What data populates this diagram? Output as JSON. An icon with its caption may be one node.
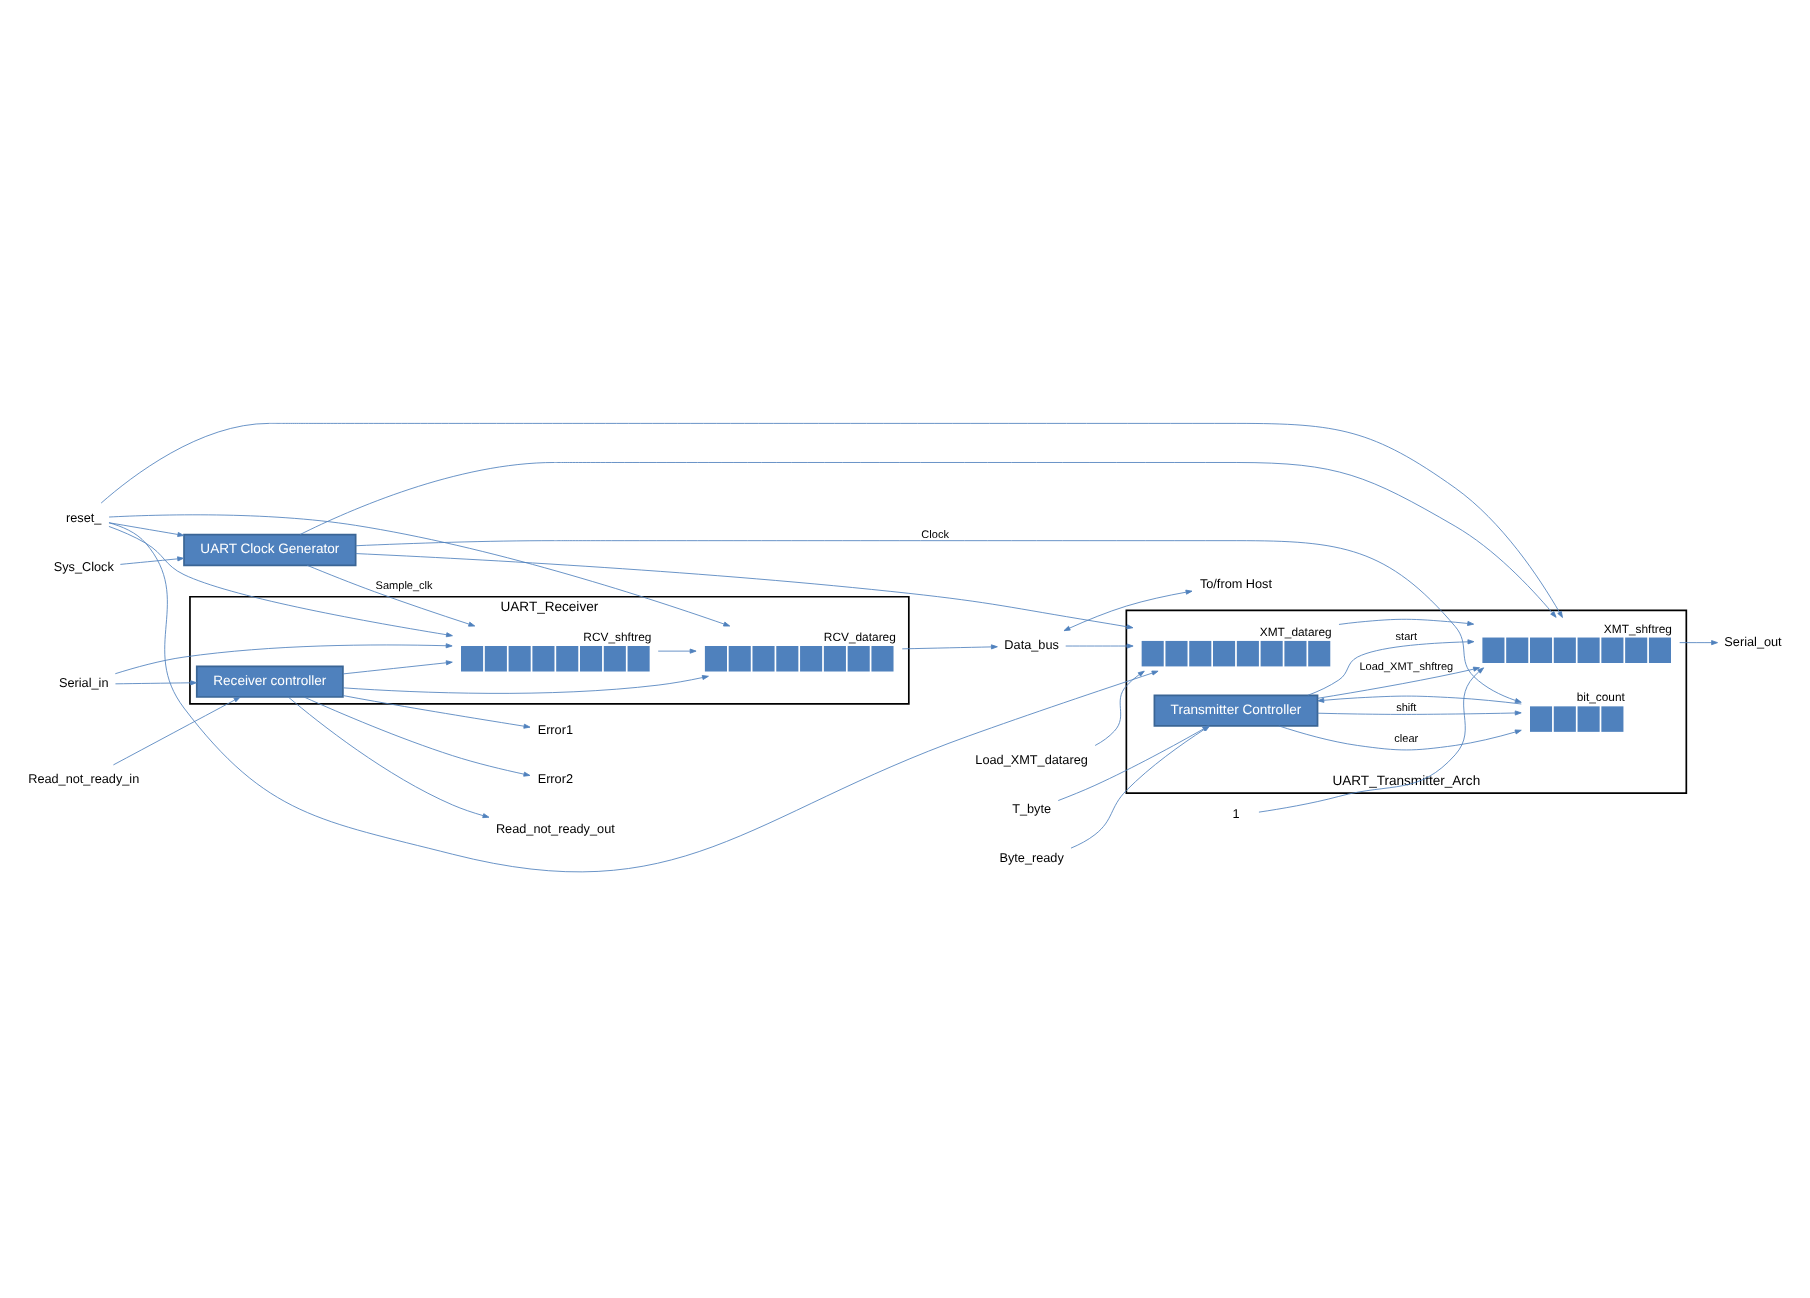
{
  "diagram": {
    "nodes": [
      {
        "text": [
          "UART_Receiver"
        ]
      },
      {
        "text": [
          "RCV_shftreg"
        ],
        "in": 0
      },
      {
        "text": [
          "RCV_datareg"
        ],
        "in": 0
      },
      {
        "text": [
          "Receiver controller"
        ],
        "in": 0
      },
      {
        "text": [
          "UART Clock Generator"
        ]
      },
      {
        "text": [
          "UART_Transmitter_Arch"
        ]
      },
      {
        "text": [
          "Transmitter Controller"
        ],
        "in": 5
      },
      {
        "text": [
          "bit_count"
        ],
        "in": 5
      },
      {
        "text": [
          "XMT_shftreg"
        ],
        "in": 5
      },
      {
        "text": [
          "XMT_datareg"
        ],
        "in": 5
      },
      {
        "text": [
          "Serial_in"
        ]
      },
      {
        "text": [
          "Read_not_ready_in"
        ]
      },
      {
        "text": [
          "Read_not_ready_out"
        ]
      },
      {
        "text": [
          "Error1"
        ]
      },
      {
        "text": [
          "Error2"
        ]
      },
      {
        "text": [
          "Sys_Clock"
        ]
      },
      {
        "text": [
          "reset_"
        ]
      },
      {
        "text": [
          "Byte_ready"
        ]
      },
      {
        "text": [
          "T_byte"
        ]
      },
      {
        "text": [
          "Serial_out"
        ]
      },
      {
        "text": [
          "Load_XMT_datareg"
        ]
      },
      {
        "text": [
          "Data_bus"
        ]
      },
      {
        "text": [
          "To/from Host"
        ]
      },
      {
        "text": [
          "1"
        ]
      }
    ],
    "edges": [
      {
        "from": 10,
        "to": 1,
        "arrow": "to"
      },
      {
        "from": 10,
        "to": 3,
        "arrow": "to"
      },
      {
        "from": 11,
        "to": 3,
        "arrow": "to"
      },
      {
        "from": 3,
        "to": 12,
        "arrow": "to"
      },
      {
        "from": 3,
        "to": 13,
        "arrow": "to"
      },
      {
        "from": 3,
        "to": 14,
        "arrow": "to"
      },
      {
        "from": 3,
        "to": 1,
        "arrow": "to"
      },
      {
        "from": 3,
        "to": 2,
        "arrow": "to"
      },
      {
        "from": 1,
        "to": 2,
        "arrow": "to"
      },
      {
        "from": 2,
        "to": 21,
        "arrow": "to"
      },
      {
        "from": 15,
        "to": 4,
        "arrow": "to"
      },
      {
        "from": 16,
        "to": 4,
        "arrow": "to"
      },
      {
        "from": 4,
        "to": 1,
        "arrow": "to",
        "label": "Sample_clk"
      },
      {
        "from": 4,
        "to": 7,
        "arrow": "to",
        "label": "Clock"
      },
      {
        "from": 4,
        "to": 8,
        "arrow": "to"
      },
      {
        "from": 4,
        "to": 9,
        "arrow": "to"
      },
      {
        "from": 16,
        "to": 1,
        "arrow": "to"
      },
      {
        "from": 16,
        "to": 2,
        "arrow": "to"
      },
      {
        "from": 16,
        "to": 8,
        "arrow": "to"
      },
      {
        "from": 16,
        "to": 9,
        "arrow": "to"
      },
      {
        "from": 21,
        "to": 22,
        "arrow": "both"
      },
      {
        "from": 21,
        "to": 9,
        "arrow": "to"
      },
      {
        "from": 17,
        "to": 6,
        "arrow": "to"
      },
      {
        "from": 18,
        "to": 6,
        "arrow": "to"
      },
      {
        "from": 7,
        "to": 6,
        "arrow": "to"
      },
      {
        "from": 6,
        "to": 7,
        "arrow": "to",
        "label": "clear"
      },
      {
        "from": 6,
        "to": 7,
        "arrow": "to",
        "label": "shift"
      },
      {
        "from": 6,
        "to": 8,
        "arrow": "to",
        "label": "start"
      },
      {
        "from": 6,
        "to": 8,
        "arrow": "to",
        "label": "Load_XMT_shftreg"
      },
      {
        "from": 8,
        "to": 19,
        "arrow": "to"
      },
      {
        "from": 20,
        "to": 9,
        "arrow": "to"
      },
      {
        "from": 9,
        "to": 8,
        "arrow": "to"
      },
      {
        "from": 23,
        "to": 8,
        "arrow": "to"
      }
    ]
  }
}
